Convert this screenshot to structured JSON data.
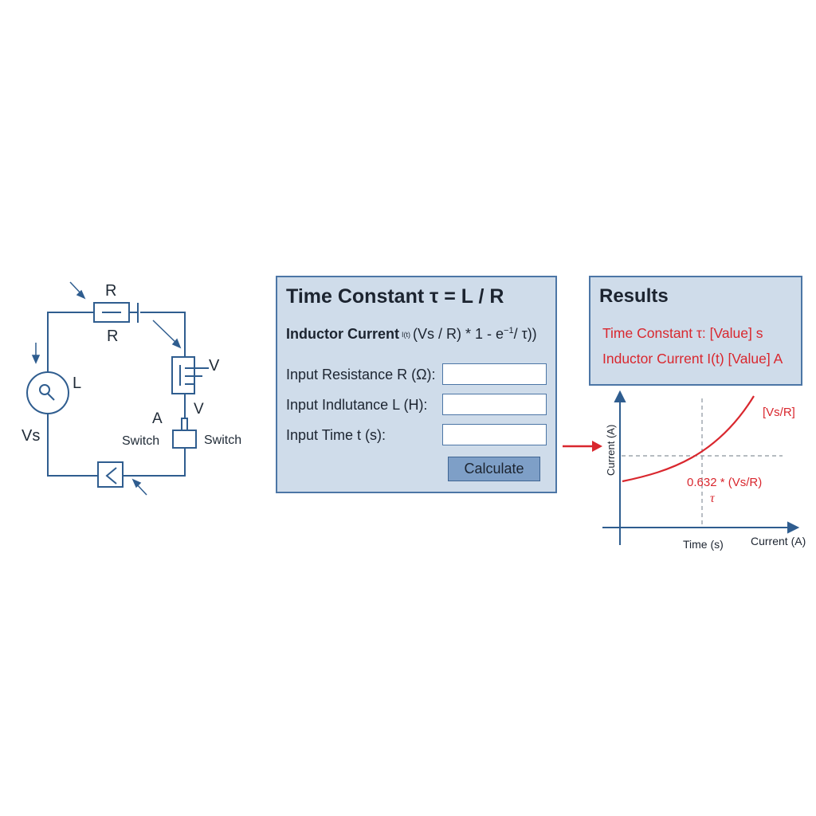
{
  "circuit": {
    "labels": {
      "r_top": "R",
      "r_bottom": "R",
      "l": "L",
      "vs": "Vs",
      "v_right": "V",
      "v_mid": "V",
      "a": "A",
      "switch_left": "Switch",
      "switch_right": "Switch"
    }
  },
  "calculator": {
    "title": "Time Constant τ = L / R",
    "formula_label": "Inductor Current",
    "formula_small": "I(t)",
    "formula_expr": "(Vs / R) * 1 - e",
    "formula_exp": "−1",
    "formula_tail": "/ τ))",
    "fields": [
      {
        "label": "Input Resistance R (Ω):",
        "value": ""
      },
      {
        "label": "Input Indlutance L (H):",
        "value": ""
      },
      {
        "label": "Input Time t (s):",
        "value": ""
      }
    ],
    "button_label": "Calculate"
  },
  "results": {
    "title": "Results",
    "time_constant": "Time Constant τ: [Value] s",
    "inductor_current": "Inductor Current I(t) [Value] A"
  },
  "graph": {
    "y_axis_label": "Current (A)",
    "x_axis_label": "Time (s)",
    "x_axis_end_label": "Current (A)",
    "curve_label": "[Vs/R]",
    "point_label": "0.632 * (Vs/R)",
    "tau_label": "τ"
  },
  "colors": {
    "panel_bg": "#cfdcea",
    "panel_border": "#4c76a6",
    "accent_red": "#d9272e",
    "circuit_line": "#2f5d8f"
  }
}
